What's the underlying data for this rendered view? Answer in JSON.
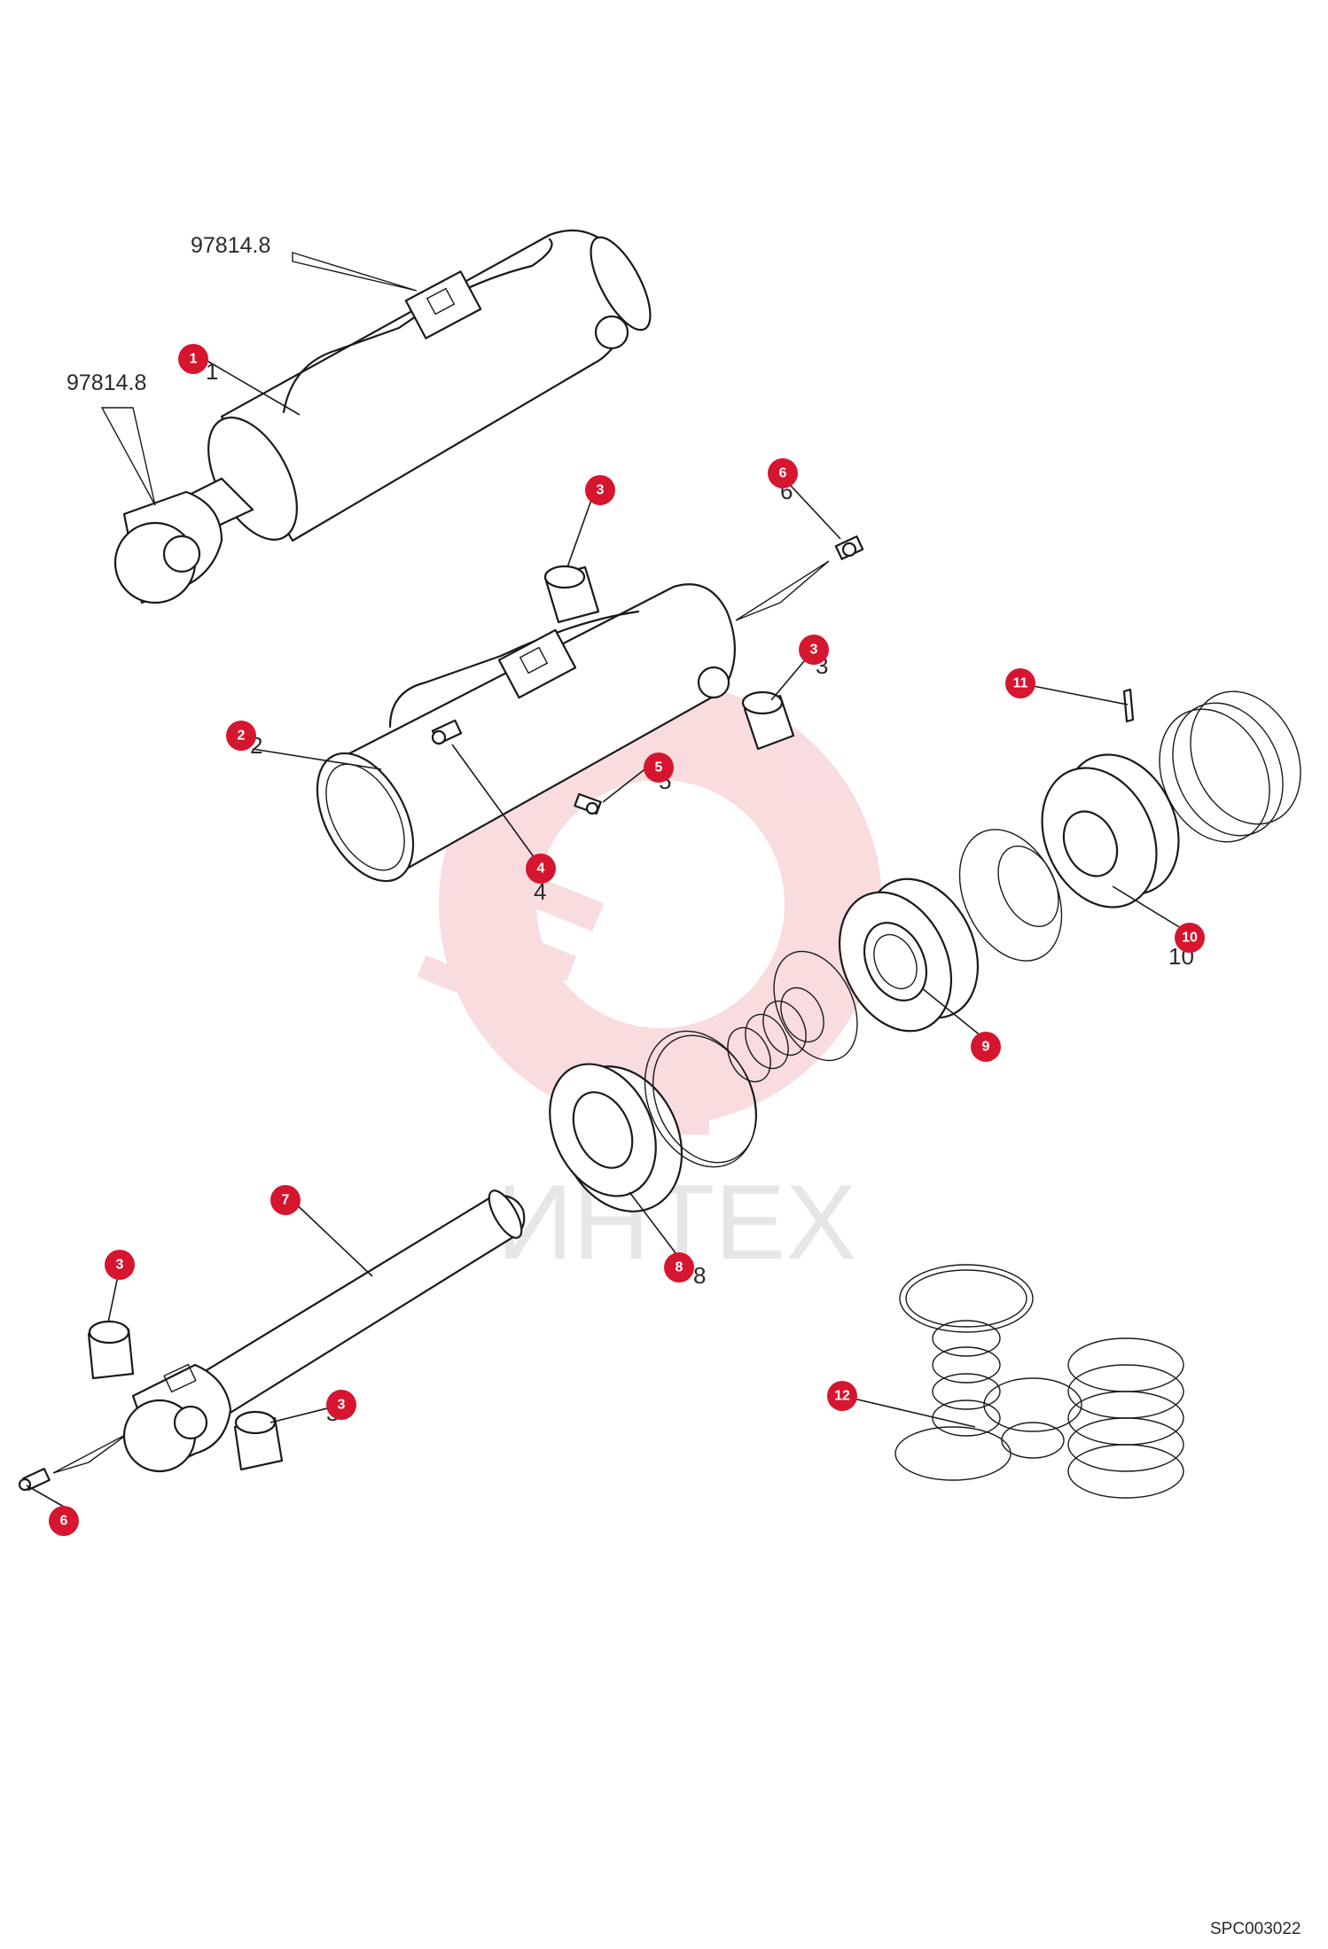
{
  "drawing": {
    "code": "SPC003022",
    "watermark_text": "ИНТЕХ",
    "callout_color": "#d6152e",
    "watermark_color": "#f4c0c4"
  },
  "references": [
    {
      "id": "ref-1",
      "text": "97814.8"
    },
    {
      "id": "ref-2",
      "text": "97814.8"
    }
  ],
  "callouts": [
    {
      "id": "c1",
      "label": "1",
      "ghost": "1"
    },
    {
      "id": "c2",
      "label": "2",
      "ghost": "2"
    },
    {
      "id": "c3a",
      "label": "3",
      "ghost": ""
    },
    {
      "id": "c6a",
      "label": "6",
      "ghost": "6"
    },
    {
      "id": "c3b",
      "label": "3",
      "ghost": "3"
    },
    {
      "id": "c11",
      "label": "11",
      "ghost": ""
    },
    {
      "id": "c5",
      "label": "5",
      "ghost": "5"
    },
    {
      "id": "c4",
      "label": "4",
      "ghost": "4"
    },
    {
      "id": "c10",
      "label": "10",
      "ghost": "10"
    },
    {
      "id": "c9",
      "label": "9",
      "ghost": ""
    },
    {
      "id": "c7",
      "label": "7",
      "ghost": ""
    },
    {
      "id": "c8",
      "label": "8",
      "ghost": "8"
    },
    {
      "id": "c3c",
      "label": "3",
      "ghost": "3"
    },
    {
      "id": "c3d",
      "label": "3",
      "ghost": ""
    },
    {
      "id": "c6b",
      "label": "6",
      "ghost": ""
    },
    {
      "id": "c12",
      "label": "12",
      "ghost": ""
    }
  ]
}
